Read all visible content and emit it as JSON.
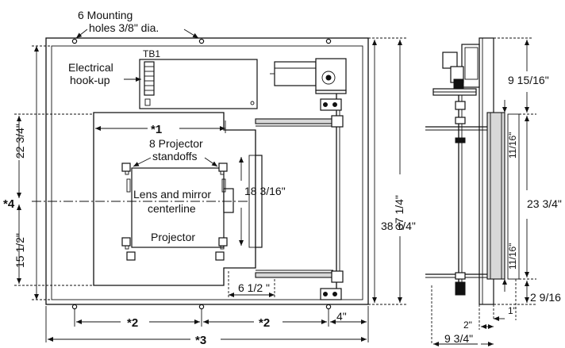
{
  "labels": {
    "mounting_holes_line1": "6 Mounting",
    "mounting_holes_line2": "holes 3/8\" dia.",
    "tb1": "TB1",
    "electrical_line1": "Electrical",
    "electrical_line2": "hook-up",
    "projector_standoffs_line1": "8 Projector",
    "projector_standoffs_line2": "standoffs",
    "lens_line1": "Lens and mirror",
    "lens_line2": "centerline",
    "projector": "Projector"
  },
  "dimensions": {
    "d1": "*1",
    "d2a": "*2",
    "d2b": "*2",
    "d3": "*3",
    "d4": "*4",
    "d_22_3_4": "22 3/4\"",
    "d_15_1_2": "15 1/2\"",
    "d_18_3_16": "18 3/16\"",
    "d_6_1_2": "6 1/2 \"",
    "d_4": "4\"",
    "d_38_1_4": "38 1/4\"",
    "d_37_1_4": "37 1/4\"",
    "d_9_15_16": "9 15/16\"",
    "d_11_16_top": "11/16\"",
    "d_23_3_4": "23 3/4\"",
    "d_11_16_bot": "11/16\"",
    "d_2_9_16": "2 9/16",
    "d_1": "1\"",
    "d_2": "2\"",
    "d_9_3_4": "9 3/4\""
  }
}
